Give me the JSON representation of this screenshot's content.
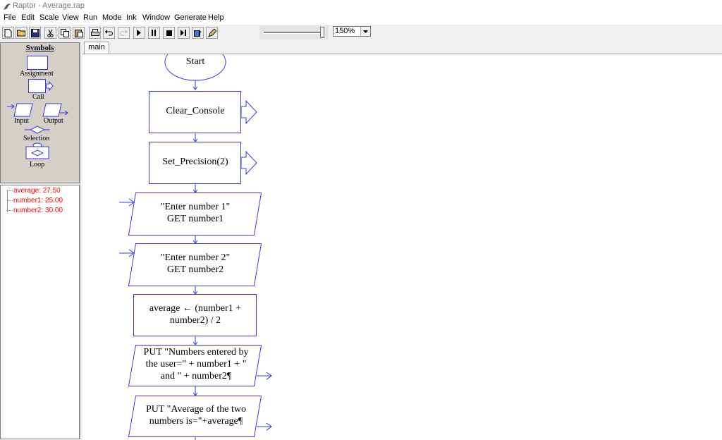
{
  "window": {
    "title": "Raptor - Average.rap"
  },
  "menu": [
    "File",
    "Edit",
    "Scale",
    "View",
    "Run",
    "Mode",
    "Ink",
    "Window",
    "Generate",
    "Help"
  ],
  "toolbar": {
    "zoom_value": "150%"
  },
  "symbols": {
    "heading": "Symbols",
    "assignment": "Assignment",
    "call": "Call",
    "input": "Input",
    "output": "Output",
    "selection": "Selection",
    "loop": "Loop"
  },
  "watch": [
    {
      "label": "average: 27.50"
    },
    {
      "label": "number1: 25.00"
    },
    {
      "label": "number2: 30.00"
    }
  ],
  "tabs": {
    "main": "main"
  },
  "flowchart": {
    "start": "Start",
    "clear_console": "Clear_Console",
    "set_precision": "Set_Precision(2)",
    "input1_prompt": "\"Enter number 1\"",
    "input1_get": "GET number1",
    "input2_prompt": "\"Enter number 2\"",
    "input2_get": "GET number2",
    "assign_line1": "average ← (number1  +",
    "assign_line2": "number2) / 2",
    "output1_line1": "PUT \"Numbers entered by",
    "output1_line2": "the user=\" + number1 + \"",
    "output1_line3": "and \" + number2¶",
    "output2_line1": "PUT \"Average of the two",
    "output2_line2": "numbers is=\"+average¶"
  },
  "colors": {
    "flow": "#3a3adc",
    "watch_text": "#ff0000"
  }
}
